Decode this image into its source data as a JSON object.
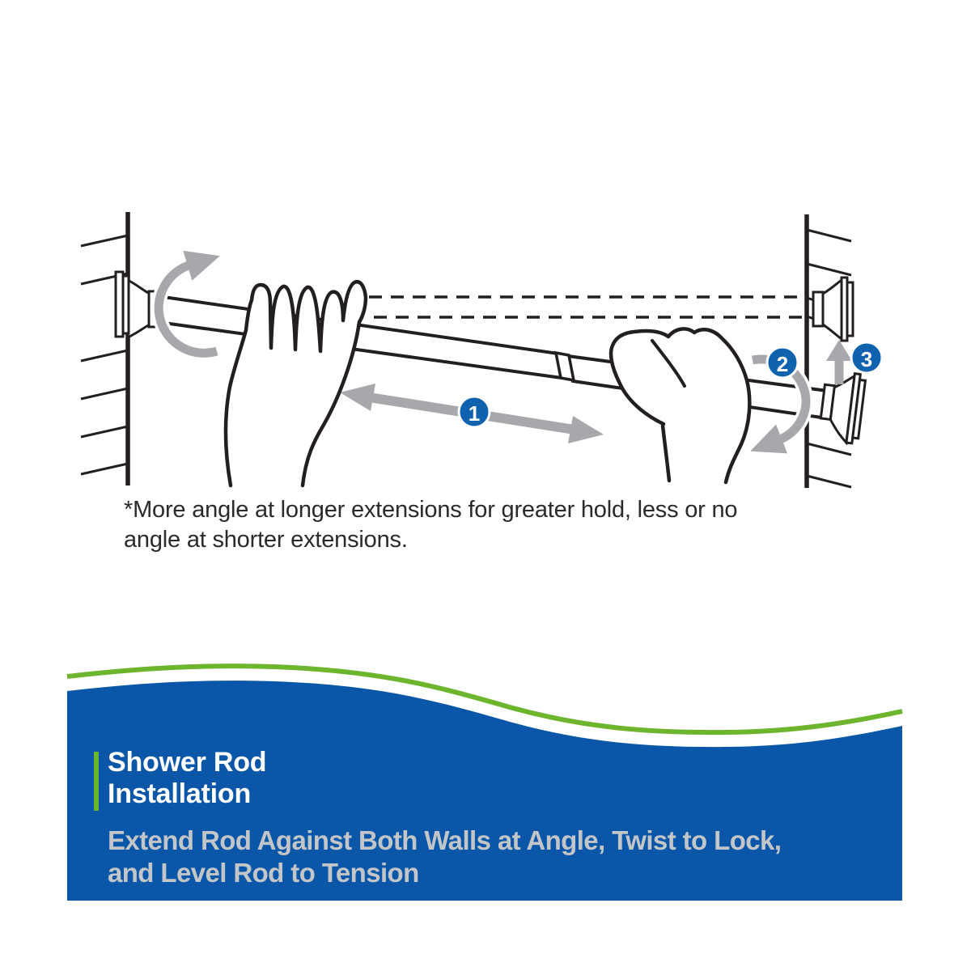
{
  "illustration": {
    "caption_line1": "*More angle at longer extensions for greater hold, less or no",
    "caption_line2": "angle at shorter extensions.",
    "steps": {
      "one": "1",
      "two": "2",
      "three": "3"
    },
    "elements": {
      "left_wall": "wall with mounted flange",
      "right_wall": "wall with target flange position",
      "rod": "telescoping tension shower rod held by two hands",
      "dashed_lines": "level target position of rod",
      "arrow_1": "extend rod horizontally (double arrow)",
      "arrow_2": "twist / rotate rod end downward",
      "arrow_3": "level rod end upward to flange position"
    }
  },
  "banner": {
    "title_line1": "Shower Rod",
    "title_line2": "Installation",
    "subtitle_line1": "Extend Rod Against Both Walls at Angle, Twist to Lock,",
    "subtitle_line2": "and Level Rod to Tension"
  },
  "colors": {
    "banner_blue": "#0a56a8",
    "badge_blue": "#0f62ae",
    "accent_green": "#6cb52d",
    "subtitle_gray": "#c3c6c8",
    "arrow_gray": "#a6a8ab",
    "line_black": "#231f20"
  }
}
